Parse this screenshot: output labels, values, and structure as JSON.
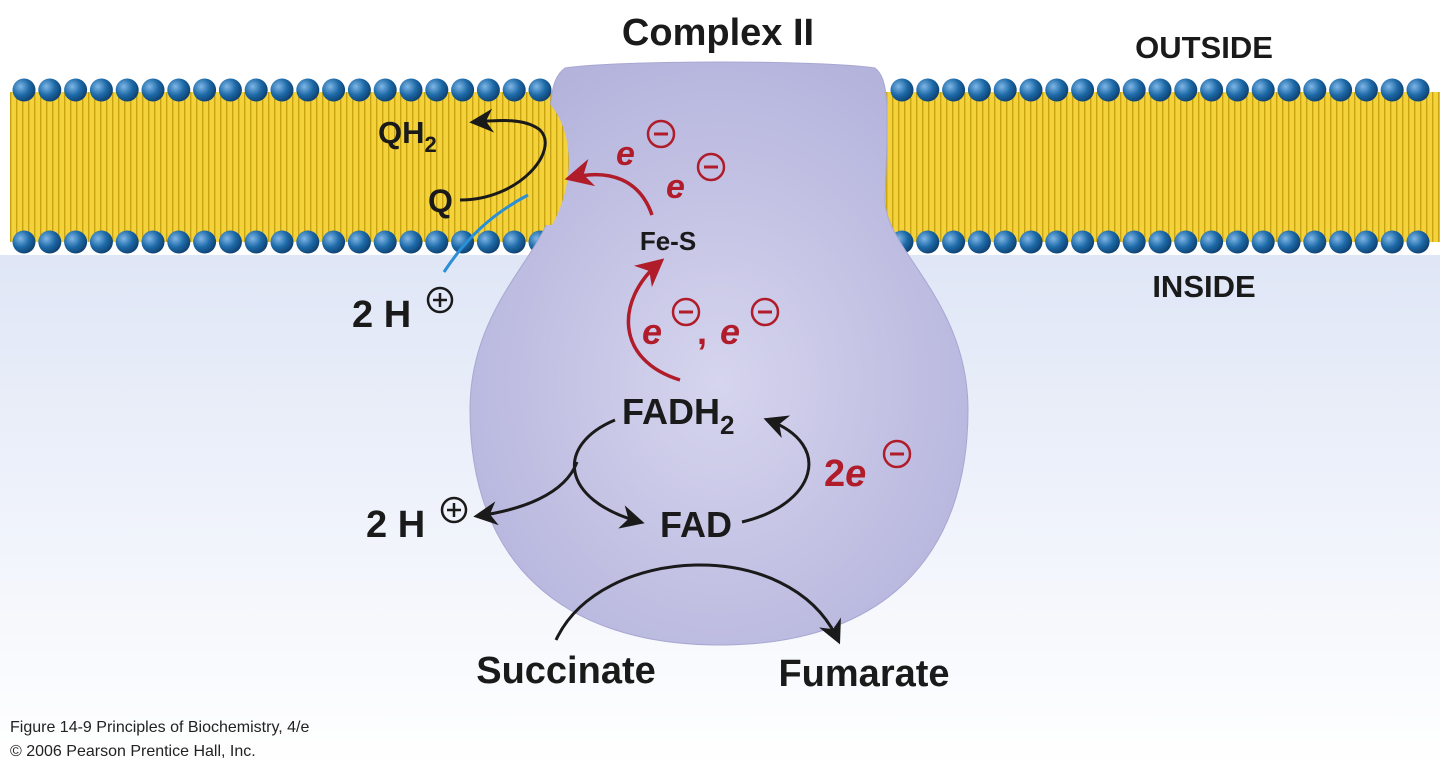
{
  "title": "Complex II",
  "regions": {
    "outside": "OUTSIDE",
    "inside": "INSIDE"
  },
  "membrane": {
    "lipid_color": "#f3d23c",
    "head_color": "#1d6aa8"
  },
  "protein": {
    "color": "#c7c6e6"
  },
  "molecules": {
    "qh2": {
      "base": "QH",
      "sub": "2"
    },
    "q": "Q",
    "fes": "Fe-S",
    "fadh2": {
      "base": "FADH",
      "sub": "2"
    },
    "fad": "FAD",
    "succinate": "Succinate",
    "fumarate": "Fumarate"
  },
  "protons": {
    "count_label": "2 H"
  },
  "electrons": {
    "symbol": "e",
    "separator": ",",
    "two_prefix": "2",
    "color": "#b01c2a"
  },
  "credit": {
    "line1": "Figure 14-9  Principles of Biochemistry, 4/e",
    "line2": "© 2006 Pearson Prentice Hall, Inc."
  }
}
